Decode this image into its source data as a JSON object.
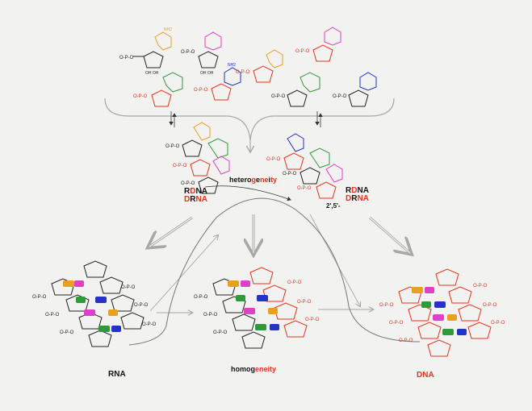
{
  "labels": {
    "rdna_1_r": "R",
    "rdna_1_d": "D",
    "rdna_1_na": "NA",
    "drna_1_d": "D",
    "drna_1_r": "R",
    "drna_1_na": "NA",
    "rdna_2_r": "R",
    "rdna_2_d": "D",
    "rdna_2_na": "NA",
    "drna_2_d": "D",
    "drna_2_r": "R",
    "drna_2_na": "NA",
    "hetero_a": "hetero",
    "hetero_b": "g",
    "hetero_c": "e",
    "hetero_d": "ne",
    "hetero_e": "i",
    "hetero_f": "ty",
    "linkage": "2',5'-",
    "rna": "RNA",
    "homo_a": "homog",
    "homo_b": "eneity",
    "dna": "DNA"
  },
  "colors": {
    "adenine": "#e8a020",
    "guanine": "#2e9a3a",
    "cytosine": "#2432c8",
    "uracil_thymine": "#e040c8",
    "deoxy_red": "#e8321e",
    "arrow_gray": "#a8a8a8"
  }
}
